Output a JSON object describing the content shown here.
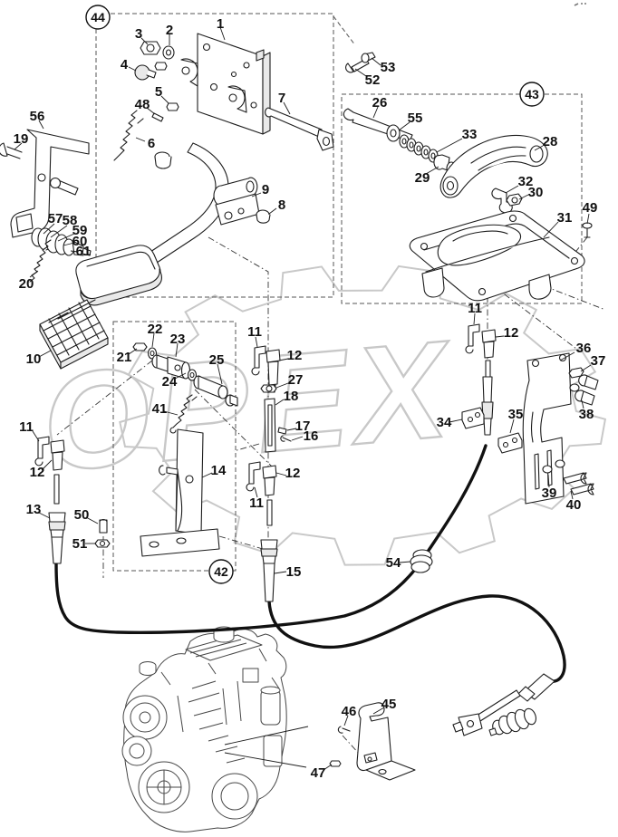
{
  "watermark": {
    "text": "OPEX",
    "color": "#c8c8c8"
  },
  "boxed_callouts": {
    "42": "42",
    "43": "43",
    "44": "44"
  },
  "callouts": {
    "1": "1",
    "2": "2",
    "3": "3",
    "4": "4",
    "5": "5",
    "6": "6",
    "7": "7",
    "8": "8",
    "9": "9",
    "10": "10",
    "11": "11",
    "12": "12",
    "13": "13",
    "14": "14",
    "15": "15",
    "16": "16",
    "17": "17",
    "18": "18",
    "19": "19",
    "20": "20",
    "21": "21",
    "22": "22",
    "23": "23",
    "24": "24",
    "25": "25",
    "26": "26",
    "27": "27",
    "28": "28",
    "29": "29",
    "30": "30",
    "31": "31",
    "32": "32",
    "33": "33",
    "34": "34",
    "35": "35",
    "36": "36",
    "37": "37",
    "38": "38",
    "39": "39",
    "40": "40",
    "41": "41",
    "45": "45",
    "46": "46",
    "47": "47",
    "48": "48",
    "49": "49",
    "50": "50",
    "51": "51",
    "52": "52",
    "53": "53",
    "54": "54",
    "55": "55",
    "56": "56",
    "57": "57",
    "58": "58",
    "59": "59",
    "60": "60",
    "61": "61"
  }
}
